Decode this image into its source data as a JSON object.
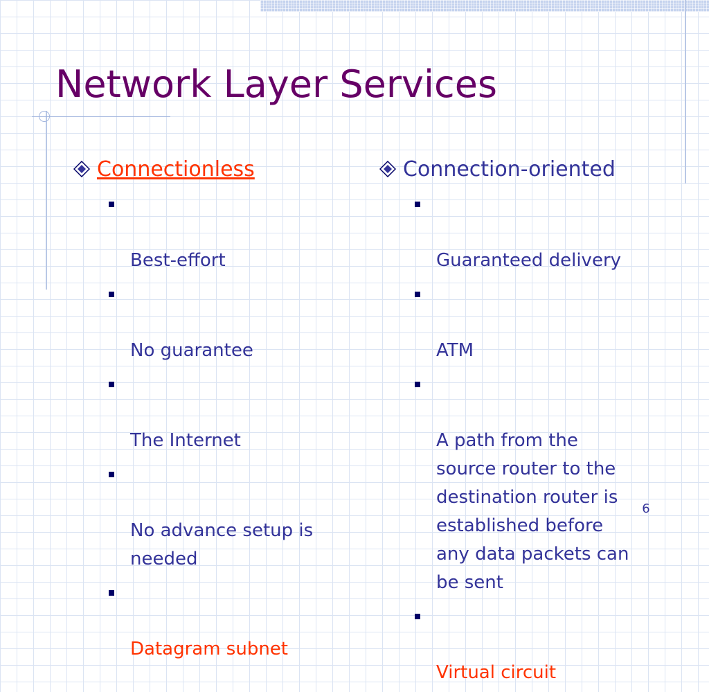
{
  "slide": {
    "title": "Network Layer Services",
    "page_number": "6"
  },
  "left_column": {
    "heading": "Connectionless",
    "heading_is_link": true,
    "bullets": [
      "Best-effort",
      "No guarantee",
      "The Internet",
      "No advance setup is\nneeded",
      "Datagram subnet"
    ]
  },
  "right_column": {
    "heading": "Connection-oriented",
    "bullets": [
      "Guaranteed delivery",
      "ATM",
      "A path from the\nsource router to the\ndestination router is\nestablished before\nany data packets can\nbe sent",
      "Virtual circuit"
    ]
  },
  "colors": {
    "title": "#660066",
    "body_text": "#333399",
    "highlight": "#ff3300",
    "bullet_square": "#000066"
  },
  "icons": {
    "heading_bullet": "diamond-icon",
    "item_bullet": "square-bullet-icon"
  }
}
